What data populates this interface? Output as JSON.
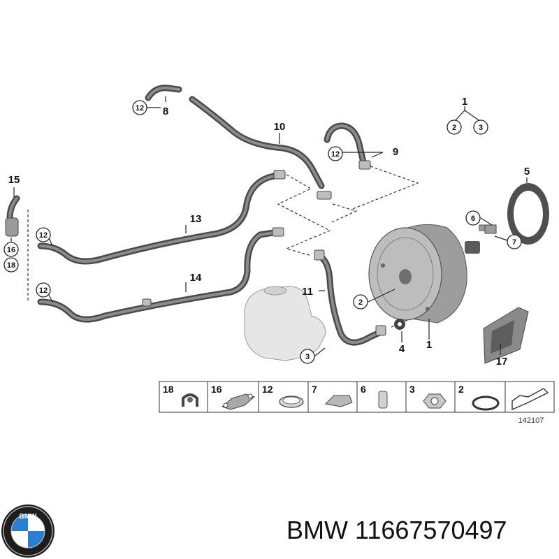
{
  "callouts": {
    "c1": "1",
    "c2": "2",
    "c3": "3",
    "c4": "4",
    "c5": "5",
    "c6": "6",
    "c7": "7",
    "c8": "8",
    "c9": "9",
    "c10": "10",
    "c11": "11",
    "c12": "12",
    "c13": "13",
    "c14": "14",
    "c15": "15",
    "c16": "16",
    "c17": "17",
    "c18": "18"
  },
  "parts_table": {
    "cells": [
      "18",
      "16",
      "12",
      "7",
      "6",
      "3",
      "2"
    ],
    "reference": "142107"
  },
  "logo": {
    "letters": "BMW"
  },
  "brand_text": "BMW 11667570497",
  "colors": {
    "hose": "#4a4a4a",
    "line": "#222222",
    "booster": "#b5b5b5",
    "reservoir": "#e6e6e6"
  }
}
